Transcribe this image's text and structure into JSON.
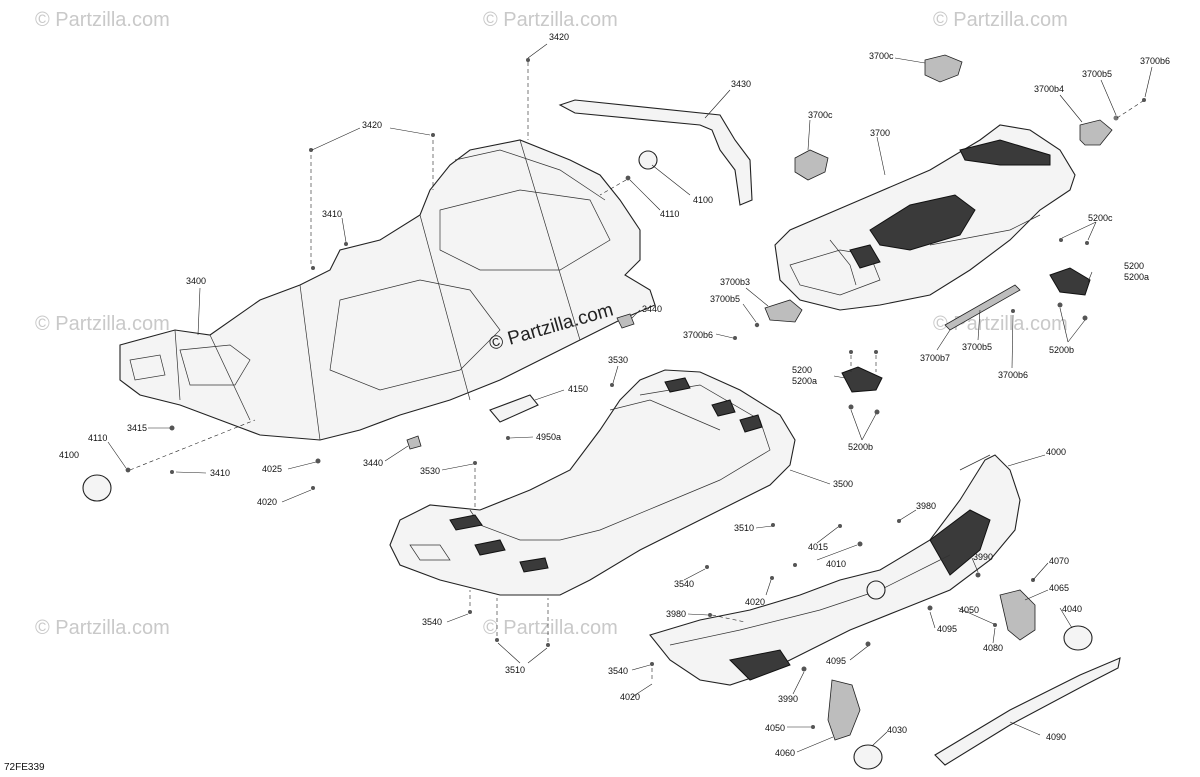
{
  "watermarks": [
    "© Partzilla.com",
    "© Partzilla.com",
    "© Partzilla.com",
    "© Partzilla.com",
    "© Partzilla.com",
    "© Partzilla.com",
    "© Partzilla.com"
  ],
  "center_watermark": "© Partzilla.com",
  "diagram_code": "72FE339",
  "labels": {
    "l3420a": "3420",
    "l3420b": "3420",
    "l3430": "3430",
    "l3410a": "3410",
    "l3410b": "3410",
    "l3400": "3400",
    "l4100a": "4100",
    "l4100b": "4100",
    "l4110a": "4110",
    "l4110b": "4110",
    "l3415": "3415",
    "l4025a": "4025",
    "l4020a": "4020",
    "l3440a": "3440",
    "l3440b": "3440",
    "l4150": "4150",
    "l4950a": "4950a",
    "l3530a": "3530",
    "l3530b": "3530",
    "l3500": "3500",
    "l3510a": "3510",
    "l3510b": "3510",
    "l3540a": "3540",
    "l3540b": "3540",
    "l3540c": "3540",
    "l3700": "3700",
    "l3700c1": "3700c",
    "l3700c2": "3700c",
    "l3700b4": "3700b4",
    "l3700b5a": "3700b5",
    "l3700b6a": "3700b6",
    "l3700b3": "3700b3",
    "l3700b5b": "3700b5",
    "l3700b6b": "3700b6",
    "l3700b7": "3700b7",
    "l3700b5c": "3700b5",
    "l3700b6c": "3700b6",
    "l5200c": "5200c",
    "l5200a1": "5200",
    "l5200a2": "5200a",
    "l5200b1": "5200b",
    "l5200c1": "5200",
    "l5200c2": "5200a",
    "l5200b2": "5200b",
    "l4000": "4000",
    "l3980a": "3980",
    "l3980b": "3980",
    "l4015": "4015",
    "l4010": "4010",
    "l4020b": "4020",
    "l4020c": "4020",
    "l3990a": "3990",
    "l3990b": "3990",
    "l4070": "4070",
    "l4065": "4065",
    "l4050a": "4050",
    "l4050b": "4050",
    "l4095a": "4095",
    "l4095b": "4095",
    "l4080": "4080",
    "l4040": "4040",
    "l4060": "4060",
    "l4030": "4030",
    "l4090": "4090"
  }
}
